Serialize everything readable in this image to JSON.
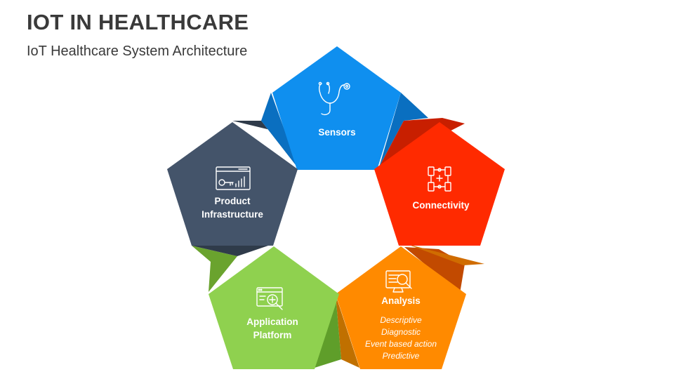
{
  "title": "IOT IN HEALTHCARE",
  "subtitle": "IoT Healthcare System Architecture",
  "nodes": [
    {
      "label_lines": [
        "Sensors"
      ],
      "color": "#0f8fef",
      "icon": "stethoscope-icon"
    },
    {
      "label_lines": [
        "Connectivity"
      ],
      "color": "#ff2a00",
      "icon": "circuit-icon"
    },
    {
      "label_lines": [
        "Analysis"
      ],
      "details": [
        "Descriptive",
        "Diagnostic",
        "Event based action",
        "Predictive"
      ],
      "color": "#ff8a00",
      "icon": "monitor-magnifier-icon"
    },
    {
      "label_lines": [
        "Application",
        "Platform"
      ],
      "color": "#8fd14f",
      "icon": "screen-magnifier-icon"
    },
    {
      "label_lines": [
        "Product",
        "Infrastructure"
      ],
      "color": "#44546a",
      "icon": "browser-key-chart-icon"
    }
  ]
}
